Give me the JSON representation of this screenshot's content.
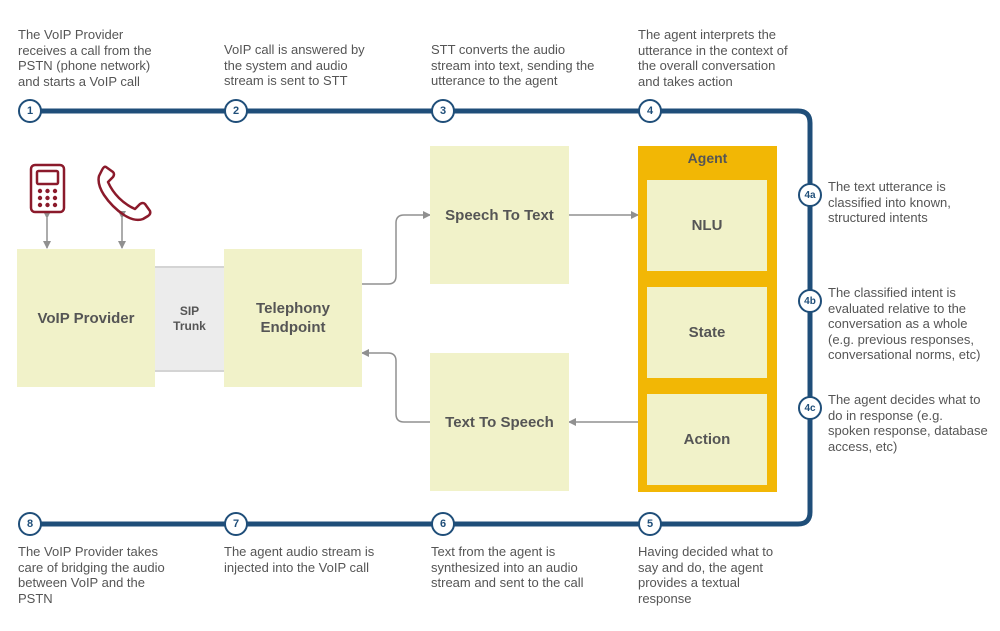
{
  "steps": [
    {
      "num": "1",
      "text": "The VoIP Provider receives a call from the PSTN (phone network) and starts a VoIP call"
    },
    {
      "num": "2",
      "text": "VoIP call is answered by the system and audio stream is sent to STT"
    },
    {
      "num": "3",
      "text": "STT converts the audio stream into text, sending the utterance to the agent"
    },
    {
      "num": "4",
      "text": "The agent interprets the utterance in the context of the overall conversation and takes action"
    },
    {
      "num": "5",
      "text": "Having decided what to say and do, the agent provides a textual response"
    },
    {
      "num": "6",
      "text": "Text from the agent is synthesized into an audio stream and sent to the call"
    },
    {
      "num": "7",
      "text": "The agent audio stream is injected into the VoIP call"
    },
    {
      "num": "8",
      "text": "The VoIP Provider takes care of bridging the audio between VoIP and the PSTN"
    }
  ],
  "substeps": [
    {
      "num": "4a",
      "text": "The text utterance is classified into known, structured intents"
    },
    {
      "num": "4b",
      "text": "The classified intent is evaluated relative to the conversation as a whole (e.g. previous responses, conversational norms, etc)"
    },
    {
      "num": "4c",
      "text": "The agent decides what to do in response (e.g. spoken response, database access, etc)"
    }
  ],
  "boxes": {
    "voip_provider": "VoIP Provider",
    "sip_trunk": "SIP Trunk",
    "telephony_endpoint": "Telephony Endpoint",
    "speech_to_text": "Speech To Text",
    "text_to_speech": "Text To Speech",
    "agent_title": "Agent",
    "nlu": "NLU",
    "state": "State",
    "action": "Action"
  },
  "icons": {
    "mobile": "mobile-phone-icon",
    "handset": "telephone-handset-icon"
  },
  "colors": {
    "track": "#1f4e79",
    "box": "#f1f2c9",
    "agent": "#f2b705",
    "icon": "#8b1a2b",
    "arrow": "#909090"
  }
}
